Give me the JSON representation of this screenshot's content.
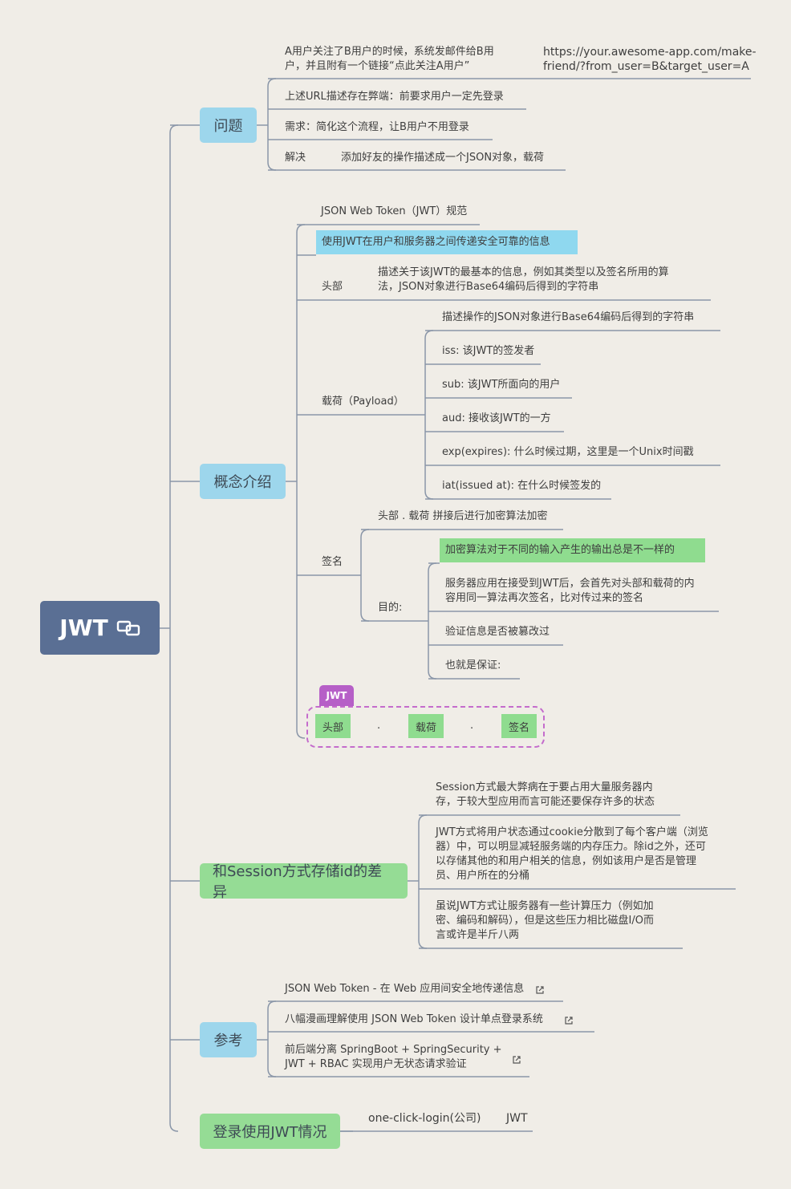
{
  "root": {
    "title": "JWT",
    "icon": "link-icon"
  },
  "problem": {
    "label": "问题",
    "item1_line1": "A用户关注了B用户的时候，系统发邮件给B用",
    "item1_line2": "户，并且附有一个链接“点此关注A用户”",
    "item1_url_line1": "https://your.awesome-app.com/make-",
    "item1_url_line2": "friend/?from_user=B&target_user=A",
    "item2": "上述URL描述存在弊端：前要求用户一定先登录",
    "item3": "需求：简化这个流程，让B用户不用登录",
    "item4_label": "解决",
    "item4_detail": "添加好友的操作描述成一个JSON对象，载荷"
  },
  "concept": {
    "label": "概念介绍",
    "spec": "JSON Web Token（JWT）规范",
    "purpose": "使用JWT在用户和服务器之间传递安全可靠的信息",
    "header_label": "头部",
    "header_line1": "描述关于该JWT的最基本的信息，例如其类型以及签名所用的算",
    "header_line2": "法，JSON对象进行Base64编码后得到的字符串",
    "payload_label": "载荷（Payload）",
    "payload_items": [
      "描述操作的JSON对象进行Base64编码后得到的字符串",
      "iss: 该JWT的签发者",
      "sub: 该JWT所面向的用户",
      "aud: 接收该JWT的一方",
      "exp(expires): 什么时候过期，这里是一个Unix时间戳",
      "iat(issued at): 在什么时候签发的"
    ],
    "signature_label": "签名",
    "signature_desc": "头部 . 载荷 拼接后进行加密算法加密",
    "goal_label": "目的:",
    "goal_items": {
      "g1": "加密算法对于不同的输入产生的输出总是不一样的",
      "g2_line1": "服务器应用在接受到JWT后，会首先对头部和载荷的内",
      "g2_line2": "容用同一算法再次签名，比对传过来的签名",
      "g3": "验证信息是否被篡改过",
      "g4": "也就是保证:"
    },
    "structure": {
      "tag": "JWT",
      "part1": "头部",
      "dot1": ".",
      "part2": "载荷",
      "dot2": ".",
      "part3": "签名"
    }
  },
  "session": {
    "label": "和Session方式存储id的差异",
    "item1_line1": "Session方式最大弊病在于要占用大量服务器内",
    "item1_line2": "存，于较大型应用而言可能还要保存许多的状态",
    "item2_line1": "JWT方式将用户状态通过cookie分散到了每个客户端（浏览",
    "item2_line2": "器）中，可以明显减轻服务端的内存压力。除id之外，还可",
    "item2_line3": "以存储其他的和用户相关的信息，例如该用户是否是管理",
    "item2_line4": "员、用户所在的分桶",
    "item3_line1": "虽说JWT方式让服务器有一些计算压力（例如加",
    "item3_line2": "密、编码和解码），但是这些压力相比磁盘I/O而",
    "item3_line3": "言或许是半斤八两"
  },
  "references": {
    "label": "参考",
    "ref1": "JSON Web Token - 在 Web 应用间安全地传递信息",
    "ref2": "八幅漫画理解使用 JSON Web Token 设计单点登录系统",
    "ref3_line1": "前后端分离 SpringBoot + SpringSecurity +",
    "ref3_line2": "JWT + RBAC 实现用户无状态请求验证",
    "link_icon": "external-link-icon"
  },
  "login": {
    "label": "登录使用JWT情况",
    "item": "one-click-login(公司)",
    "item_detail": "JWT"
  },
  "colors": {
    "background": "#f0ede7",
    "root": "#5a6f94",
    "blue_node": "#9dd6ec",
    "green_node": "#95dc95",
    "boundary": "#c46ccc",
    "line": "#8a96a8"
  }
}
